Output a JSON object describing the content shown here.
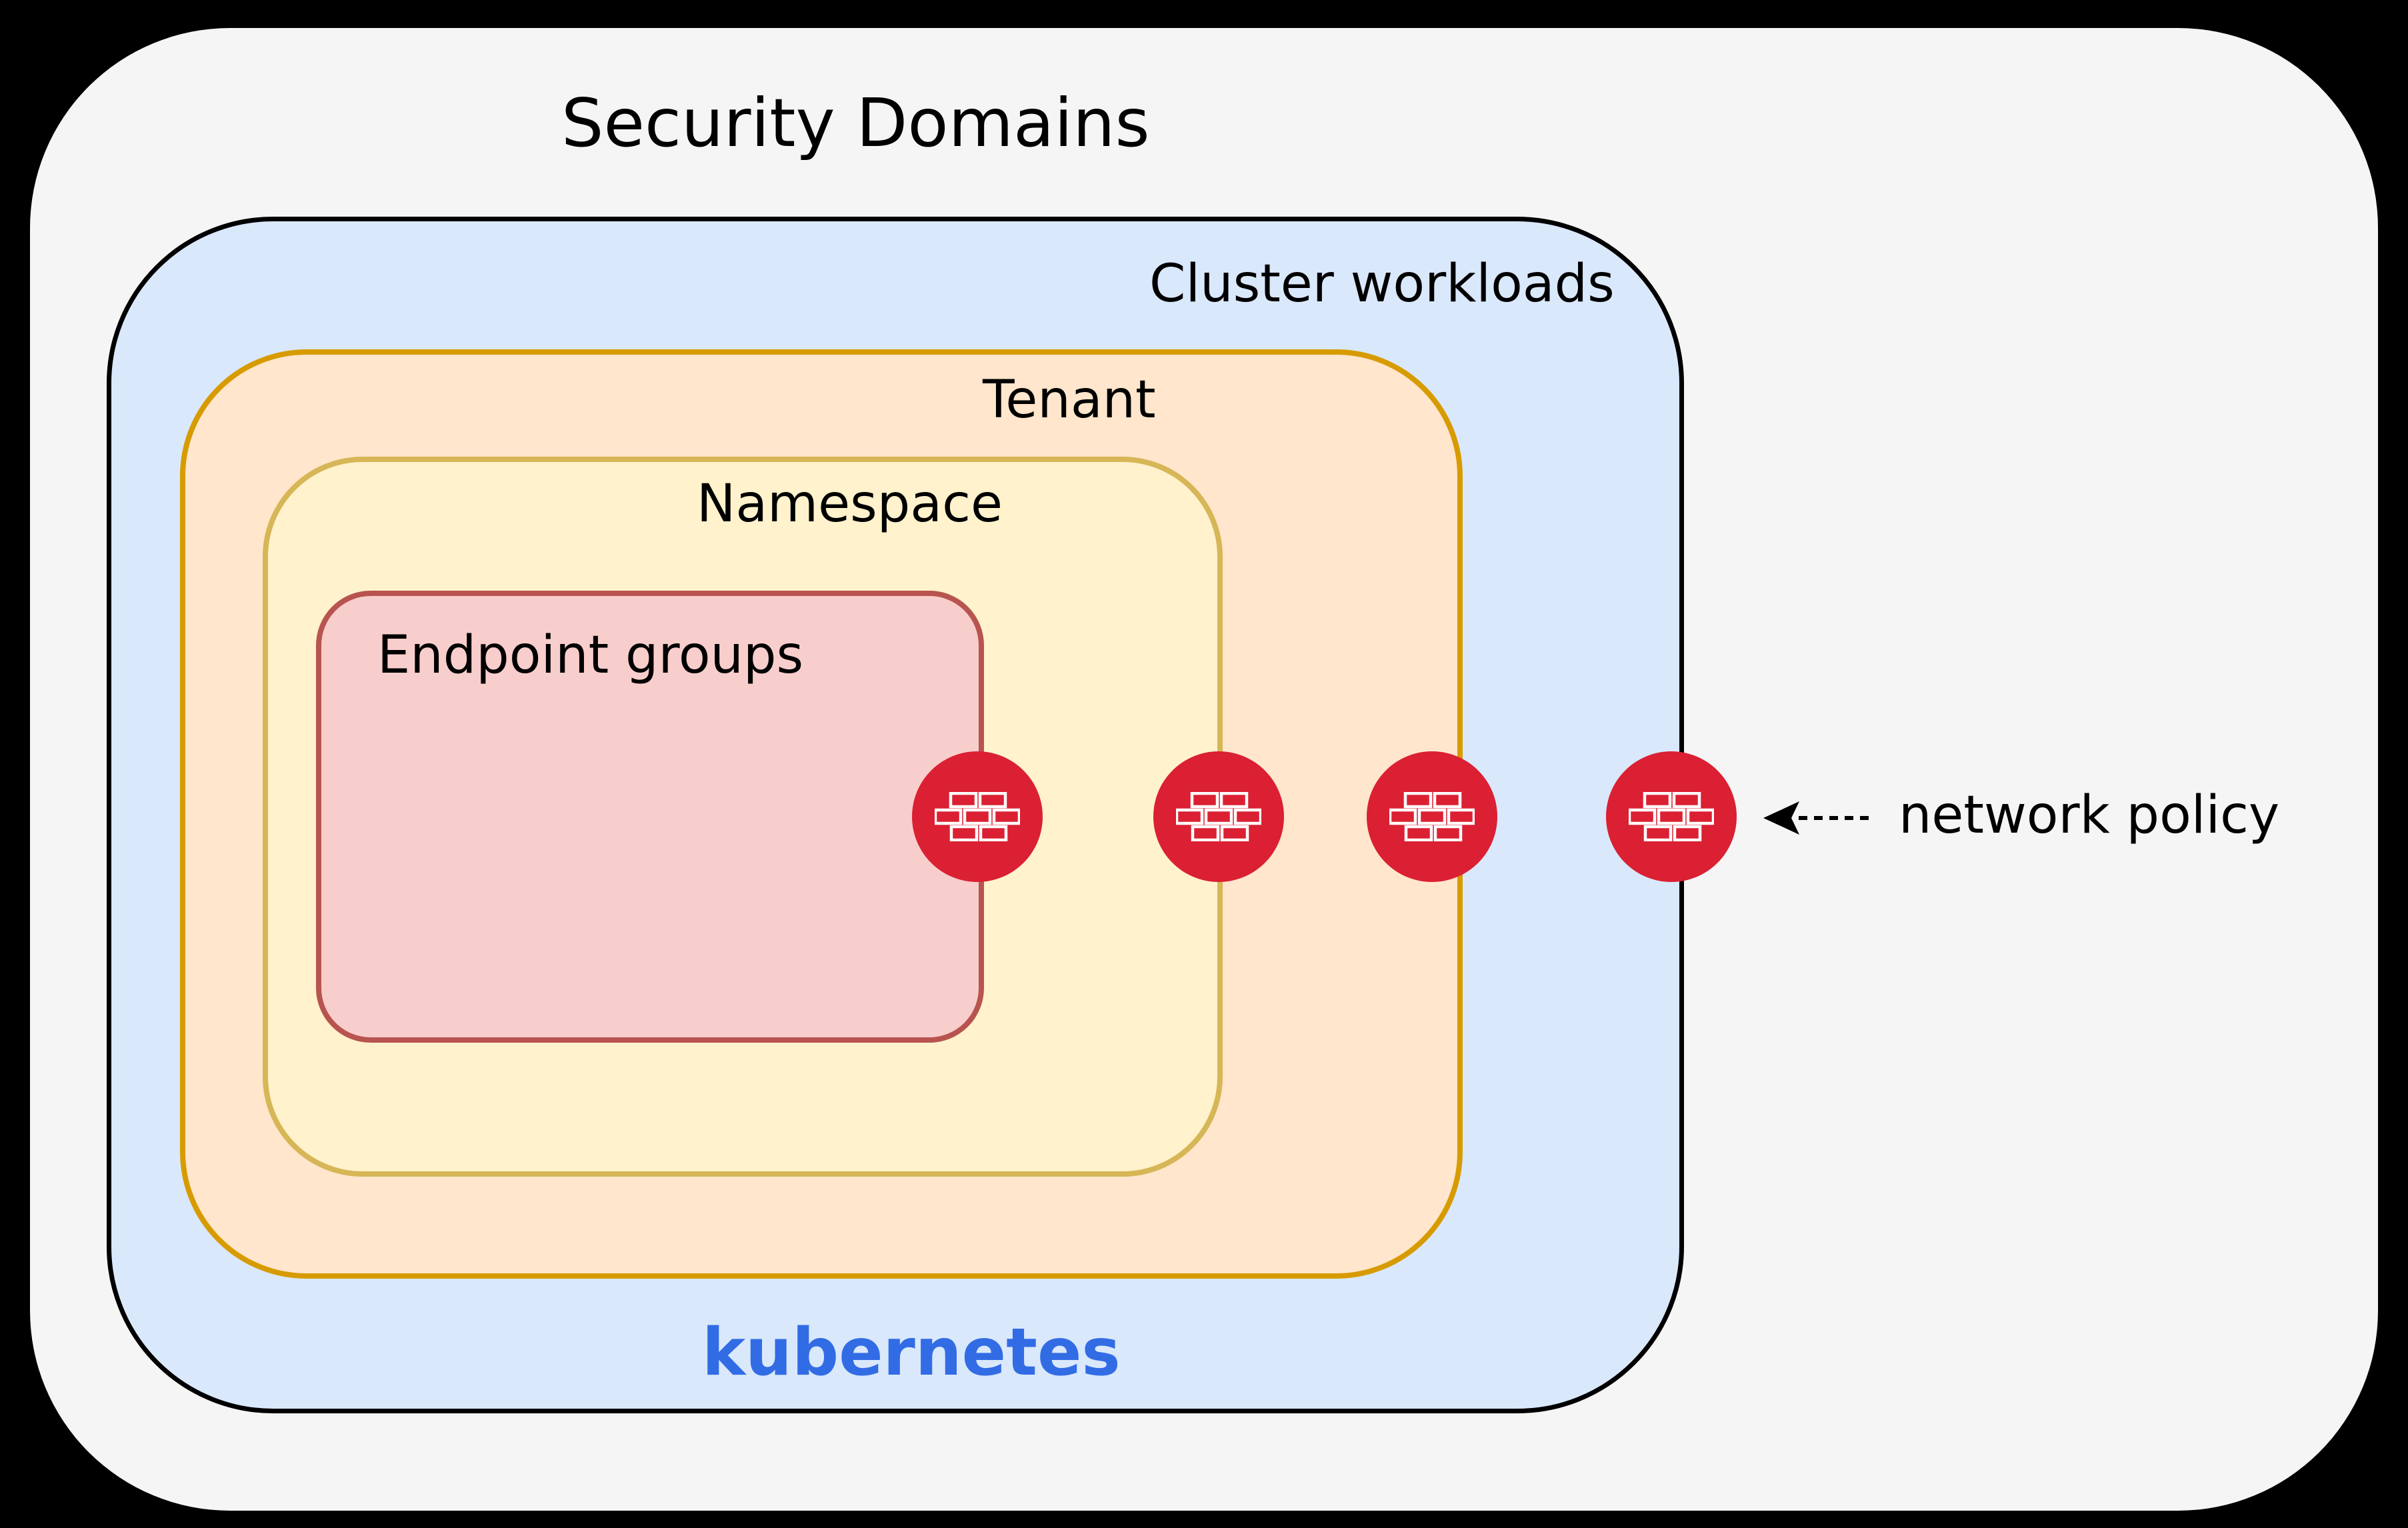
{
  "title": "Security Domains",
  "diagram": {
    "domains": [
      {
        "key": "cluster_workloads",
        "label": "Cluster workloads",
        "footer_label": "kubernetes",
        "fill": "#dae8fc",
        "stroke": "#000000"
      },
      {
        "key": "tenant",
        "label": "Tenant",
        "fill": "#ffe6cc",
        "stroke": "#d79b00"
      },
      {
        "key": "namespace",
        "label": "Namespace",
        "fill": "#fff2cc",
        "stroke": "#d6b656"
      },
      {
        "key": "endpoint_groups",
        "label": "Endpoint groups",
        "fill": "#f8cecc",
        "stroke": "#b85450"
      }
    ],
    "annotation": {
      "label": "network policy",
      "arrow": "dashed-arrow-left-icon"
    },
    "firewall_markers": {
      "count": 4,
      "icon": "firewall-brick-wall-icon",
      "color": "#da2032"
    }
  },
  "colors": {
    "background": "#000000",
    "panel": "#f5f5f5",
    "cluster_fill": "#dae8fc",
    "cluster_stroke": "#000000",
    "tenant_fill": "#ffe6cc",
    "tenant_stroke": "#d79b00",
    "namespace_fill": "#fff2cc",
    "namespace_stroke": "#d6b656",
    "endpoint_fill": "#f8cecc",
    "endpoint_stroke": "#b85450",
    "firewall_red": "#da2032",
    "kubernetes_blue": "#326ce5",
    "text": "#000000"
  }
}
